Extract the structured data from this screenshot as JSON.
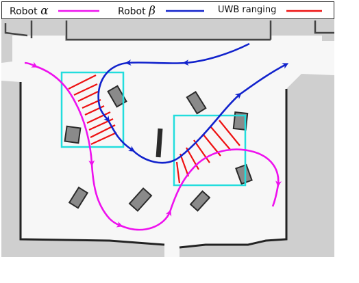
{
  "legend": {
    "alpha": {
      "prefix": "Robot ",
      "symbol": "α",
      "color": "#ee11ee"
    },
    "beta": {
      "prefix": "Robot ",
      "symbol": "β",
      "color": "#1122cc"
    },
    "uwb": {
      "label": "UWB ranging",
      "color": "#ee1111"
    }
  },
  "colors": {
    "floor": "#f7f7f7",
    "wall": "#222222",
    "obstacle_fill": "#8a8a8a",
    "box": "#22dddd"
  }
}
